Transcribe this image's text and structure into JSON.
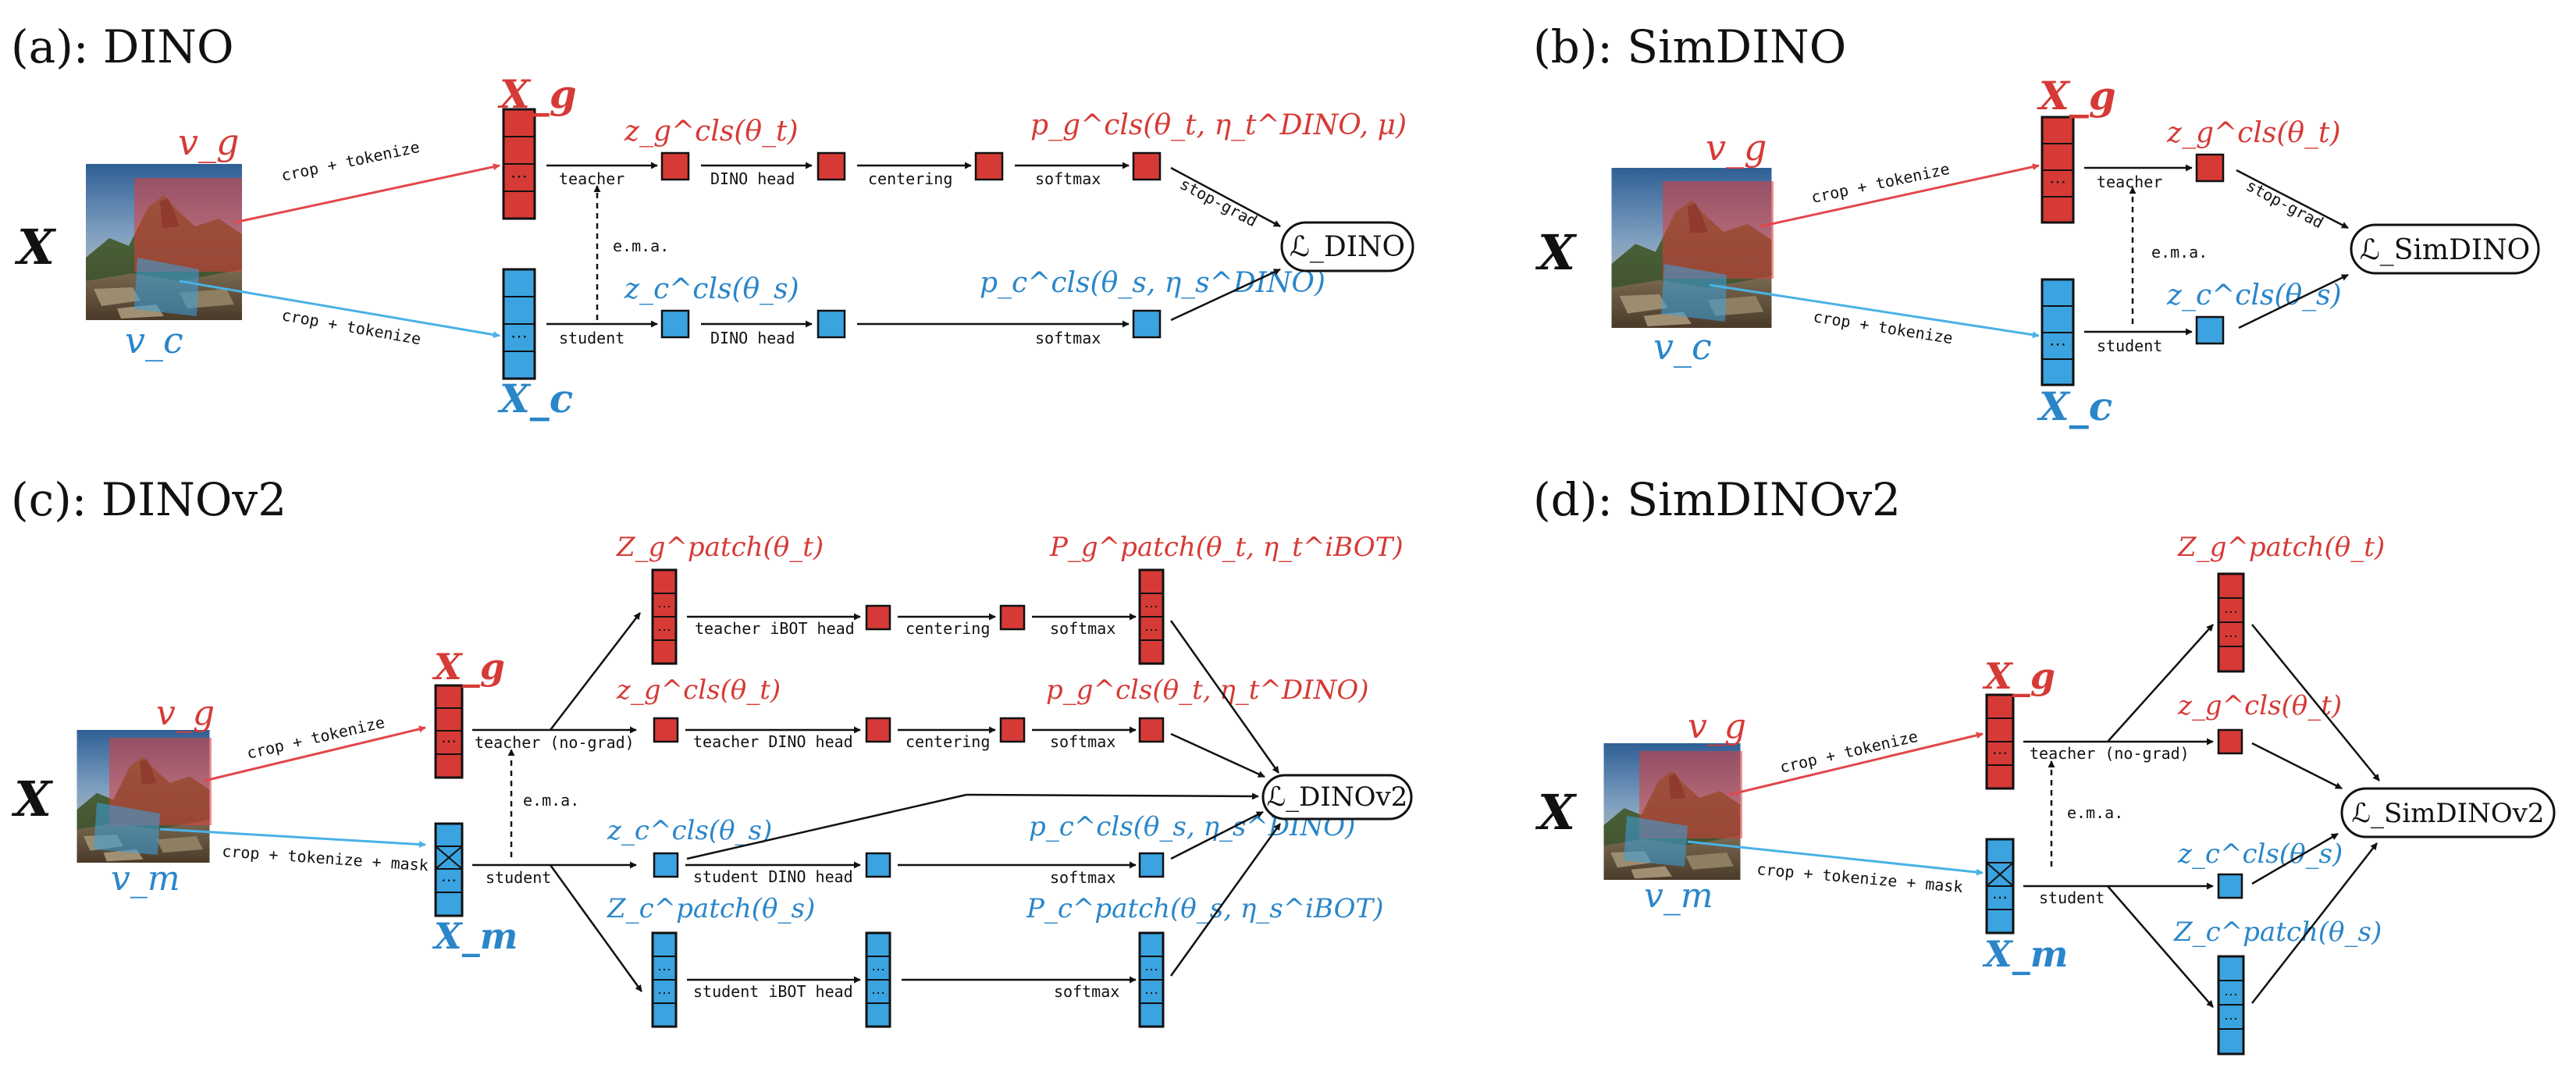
{
  "colors": {
    "teacher_red": "#d63a36",
    "student_blue": "#3aa3e0",
    "label_red": "#d63a36",
    "label_blue": "#2a86c9",
    "edge_red": "#e2474b",
    "edge_blue": "#4ab2e6",
    "ink": "#111111"
  },
  "panels": {
    "a": {
      "title": "(a): DINO",
      "input_label": "X",
      "view_teacher": "v_g",
      "view_student": "v_c",
      "teacher_tokens": "X_g",
      "student_tokens": "X_c",
      "ops": {
        "crop_tokenize": "crop + tokenize",
        "teacher": "teacher",
        "student": "student",
        "dino_head": "DINO head",
        "centering": "centering",
        "softmax": "softmax",
        "stop_grad": "stop-grad",
        "ema": "e.m.a."
      },
      "math": {
        "z_teacher": "z_g^cls(θ_t)",
        "z_student": "z_c^cls(θ_s)",
        "p_teacher": "p_g^cls(θ_t, η_t^DINO, μ)",
        "p_student": "p_c^cls(θ_s, η_s^DINO)",
        "loss": "ℒ_DINO"
      }
    },
    "b": {
      "title": "(b): SimDINO",
      "input_label": "X",
      "view_teacher": "v_g",
      "view_student": "v_c",
      "teacher_tokens": "X_g",
      "student_tokens": "X_c",
      "ops": {
        "crop_tokenize": "crop + tokenize",
        "teacher": "teacher",
        "student": "student",
        "stop_grad": "stop-grad",
        "ema": "e.m.a."
      },
      "math": {
        "z_teacher": "z_g^cls(θ_t)",
        "z_student": "z_c^cls(θ_s)",
        "loss": "ℒ_SimDINO"
      }
    },
    "c": {
      "title": "(c): DINOv2",
      "input_label": "X",
      "view_teacher": "v_g",
      "view_student": "v_m",
      "teacher_tokens": "X_g",
      "student_tokens": "X_m",
      "ops": {
        "crop_tokenize": "crop + tokenize",
        "crop_tokenize_mask": "crop + tokenize + mask",
        "teacher_nograd": "teacher (no-grad)",
        "student": "student",
        "teacher_ibot_head": "teacher iBOT head",
        "teacher_dino_head": "teacher DINO head",
        "student_dino_head": "student DINO head",
        "student_ibot_head": "student iBOT head",
        "centering": "centering",
        "softmax": "softmax",
        "ema": "e.m.a."
      },
      "math": {
        "Z_teacher_patch": "Z_g^patch(θ_t)",
        "z_teacher_cls": "z_g^cls(θ_t)",
        "z_student_cls": "z_c^cls(θ_s)",
        "Z_student_patch": "Z_c^patch(θ_s)",
        "P_teacher_patch": "P_g^patch(θ_t, η_t^iBOT)",
        "p_teacher_cls": "p_g^cls(θ_t, η_t^DINO)",
        "p_student_cls": "p_c^cls(θ_s, η_s^DINO)",
        "P_student_patch": "P_c^patch(θ_s, η_s^iBOT)",
        "loss": "ℒ_DINOv2"
      }
    },
    "d": {
      "title": "(d): SimDINOv2",
      "input_label": "X",
      "view_teacher": "v_g",
      "view_student": "v_m",
      "teacher_tokens": "X_g",
      "student_tokens": "X_m",
      "ops": {
        "crop_tokenize": "crop + tokenize",
        "crop_tokenize_mask": "crop + tokenize + mask",
        "teacher_nograd": "teacher (no-grad)",
        "student": "student",
        "ema": "e.m.a."
      },
      "math": {
        "Z_teacher_patch": "Z_g^patch(θ_t)",
        "z_teacher_cls": "z_g^cls(θ_t)",
        "z_student_cls": "z_c^cls(θ_s)",
        "Z_student_patch": "Z_c^patch(θ_s)",
        "loss": "ℒ_SimDINOv2"
      }
    }
  }
}
